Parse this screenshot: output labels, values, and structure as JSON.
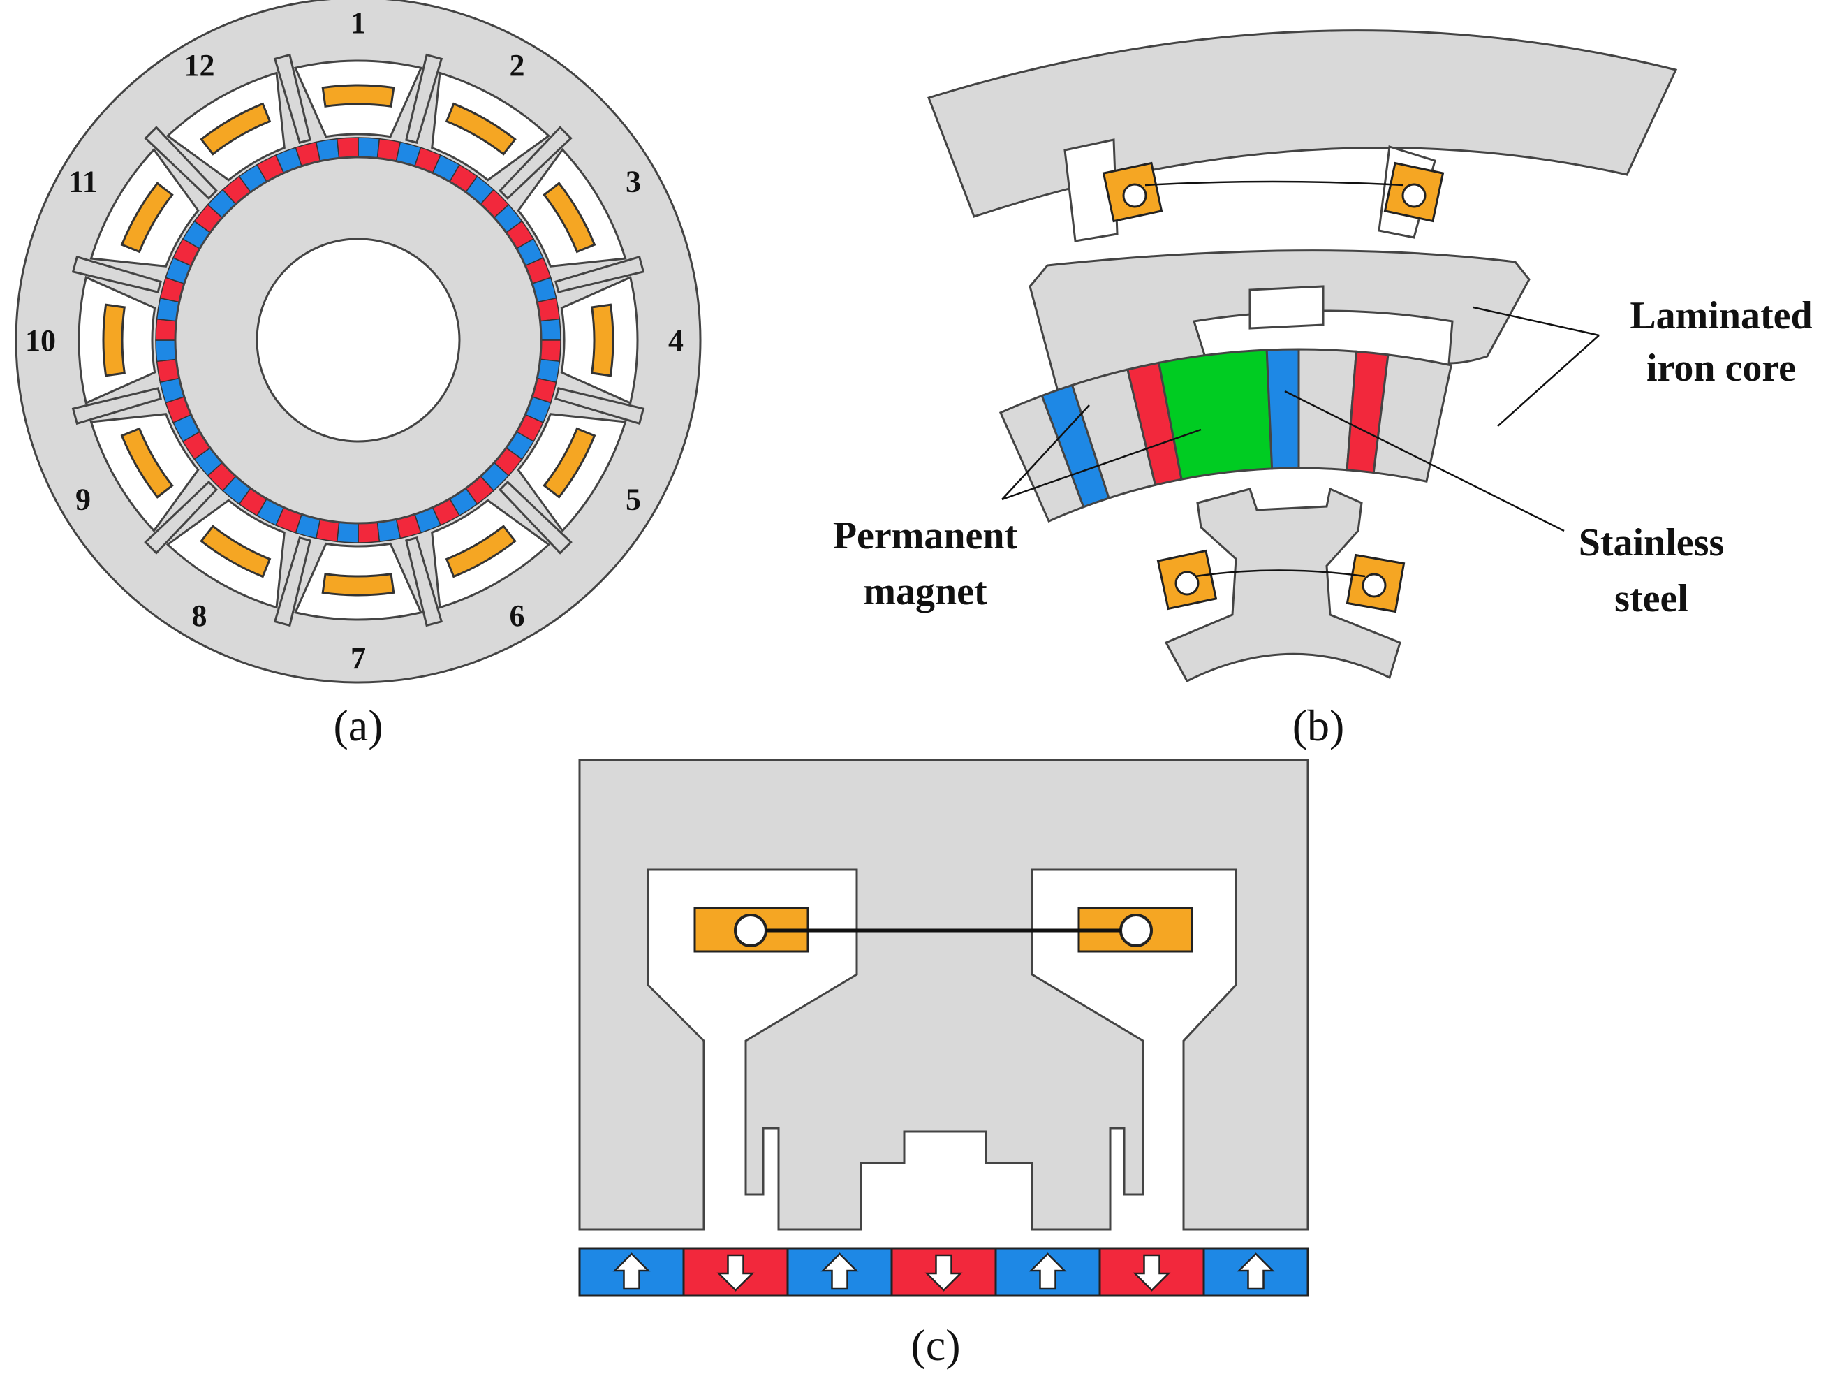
{
  "colors": {
    "core": "#d9d9d9",
    "outline": "#444444",
    "coil": "#f5a623",
    "magnet_blue": "#1e88e5",
    "magnet_red": "#f2283c",
    "stainless": "#00cc22"
  },
  "panels": {
    "a": {
      "label": "(a)",
      "slot_numbers": [
        "1",
        "2",
        "3",
        "4",
        "5",
        "6",
        "7",
        "8",
        "9",
        "10",
        "11",
        "12"
      ]
    },
    "b": {
      "label": "(b)",
      "callouts": {
        "laminated_line1": "Laminated",
        "laminated_line2": "iron core",
        "permanent_line1": "Permanent",
        "permanent_line2": "magnet",
        "stainless_line1": "Stainless",
        "stainless_line2": "steel"
      }
    },
    "c": {
      "label": "(c)",
      "magnet_directions": [
        "up",
        "down",
        "up",
        "down",
        "up",
        "down",
        "up"
      ]
    }
  }
}
